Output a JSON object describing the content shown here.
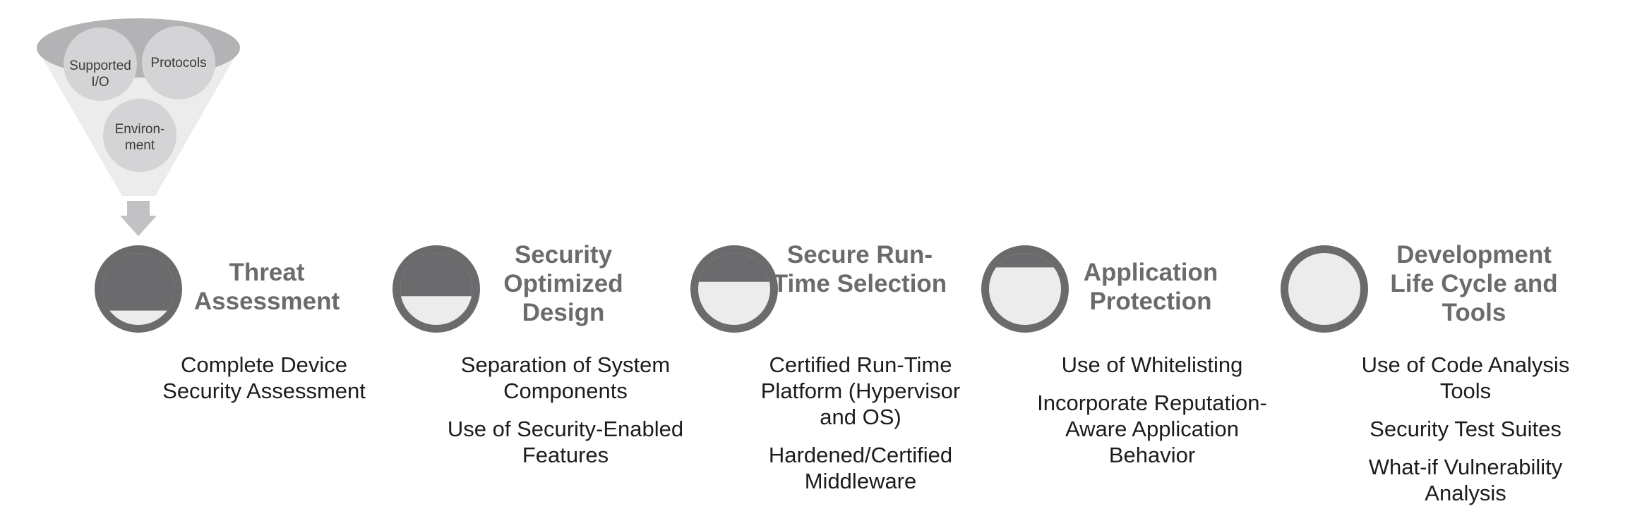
{
  "funnel": {
    "bubbles": [
      "Supported I/O",
      "Protocols",
      "Environ- ment"
    ],
    "colors": {
      "top": "#b3b3b5",
      "body": "#ececec",
      "bubble": "#d4d4d6",
      "arrow": "#c2c2c4"
    }
  },
  "stages": [
    {
      "title": "Threat Assessment",
      "fill_fraction": 0.2,
      "items": [
        "Complete Device Security Assessment"
      ]
    },
    {
      "title": "Security Optimized Design",
      "fill_fraction": 0.4,
      "items": [
        "Separation of System Components",
        "Use of Security-Enabled Features"
      ]
    },
    {
      "title": "Secure Run-Time Selection",
      "fill_fraction": 0.6,
      "items": [
        "Certified Run-Time Platform (Hypervisor and OS)",
        "Hardened/Certified Middleware"
      ]
    },
    {
      "title": "Application Protection",
      "fill_fraction": 0.8,
      "items": [
        "Use of Whitelisting",
        "Incorporate Reputation-Aware Application Behavior"
      ]
    },
    {
      "title": "Development Life Cycle and Tools",
      "fill_fraction": 1.0,
      "items": [
        "Use of Code Analysis Tools",
        "Security Test Suites",
        "What-if Vulnerability Analysis"
      ]
    }
  ],
  "colors": {
    "ring": "#6b6b6d",
    "inner": "#ececec",
    "title": "#6b6b6d",
    "text": "#1c1c1c"
  }
}
